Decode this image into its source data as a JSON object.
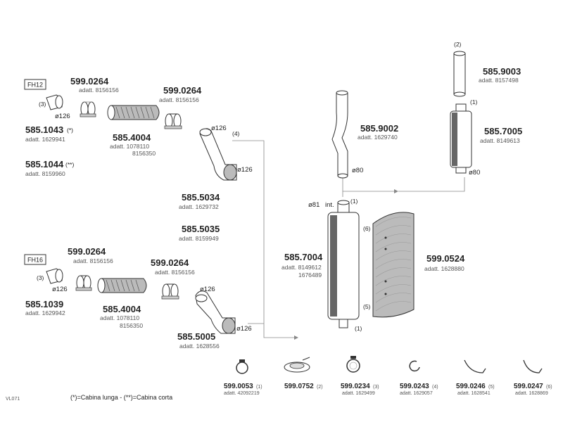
{
  "labels": {
    "fh12": "FH12",
    "fh16": "FH16",
    "code": "VL071",
    "legend": "(*)=Cabina lunga  -  (**)=Cabina corta"
  },
  "parts": {
    "p599_0264_a": {
      "number": "599.0264",
      "adatt": "adatt. 8156156"
    },
    "p599_0264_b": {
      "number": "599.0264",
      "adatt": "adatt. 8156156"
    },
    "p585_1043": {
      "number": "585.1043",
      "suffix": "(*)",
      "adatt": "adatt. 1629941"
    },
    "p585_4004_a": {
      "number": "585.4004",
      "adatt": "adatt. 1078110",
      "adatt2": "8156350"
    },
    "p585_1044": {
      "number": "585.1044",
      "suffix": "(**)",
      "adatt": "adatt. 8159960"
    },
    "p585_5034": {
      "number": "585.5034",
      "adatt": "adatt. 1629732"
    },
    "p585_5035": {
      "number": "585.5035",
      "adatt": "adatt. 8159949"
    },
    "p599_0264_c": {
      "number": "599.0264",
      "adatt": "adatt. 8156156"
    },
    "p599_0264_d": {
      "number": "599.0264",
      "adatt": "adatt. 8156156"
    },
    "p585_1039": {
      "number": "585.1039",
      "adatt": "adatt. 1629942"
    },
    "p585_4004_b": {
      "number": "585.4004",
      "adatt": "adatt. 1078110",
      "adatt2": "8156350"
    },
    "p585_5005": {
      "number": "585.5005",
      "adatt": "adatt. 1628556"
    },
    "p585_9002": {
      "number": "585.9002",
      "adatt": "adatt. 1629740"
    },
    "p585_9003": {
      "number": "585.9003",
      "adatt": "adatt. 8157498"
    },
    "p585_7005": {
      "number": "585.7005",
      "adatt": "adatt. 8149613"
    },
    "p585_7004": {
      "number": "585.7004",
      "adatt": "adatt. 8149612",
      "adatt2": "1676489"
    },
    "p599_0524": {
      "number": "599.0524",
      "adatt": "adatt. 1628880"
    },
    "p599_0053": {
      "number": "599.0053",
      "qty": "(1)",
      "adatt": "adatt. 42092219"
    },
    "p599_0752": {
      "number": "599.0752",
      "qty": "(2)"
    },
    "p599_0234": {
      "number": "599.0234",
      "qty": "(3)",
      "adatt": "adatt. 1629499"
    },
    "p599_0243": {
      "number": "599.0243",
      "qty": "(4)",
      "adatt": "adatt. 1629057"
    },
    "p599_0246": {
      "number": "599.0246",
      "qty": "(5)",
      "adatt": "adatt. 1628541"
    },
    "p599_0247": {
      "number": "599.0247",
      "qty": "(6)",
      "adatt": "adatt. 1628869"
    }
  },
  "dims": {
    "d126_a": "ø126",
    "d126_b": "ø126",
    "d126_c": "ø126",
    "d126_d": "ø126",
    "d126_e": "ø126",
    "d126_f": "ø126",
    "d80_a": "ø80",
    "d80_b": "ø80",
    "d81": "ø81",
    "int": "int."
  },
  "refs": {
    "r3_a": "(3)",
    "r4": "(4)",
    "r3_b": "(3)",
    "r2": "(2)",
    "r1_a": "(1)",
    "r1_b": "(1)",
    "r6": "(6)",
    "r5": "(5)",
    "r1_c": "(1)"
  },
  "colors": {
    "line": "#888888",
    "part_fill": "#bbbbbb",
    "text": "#222222"
  }
}
